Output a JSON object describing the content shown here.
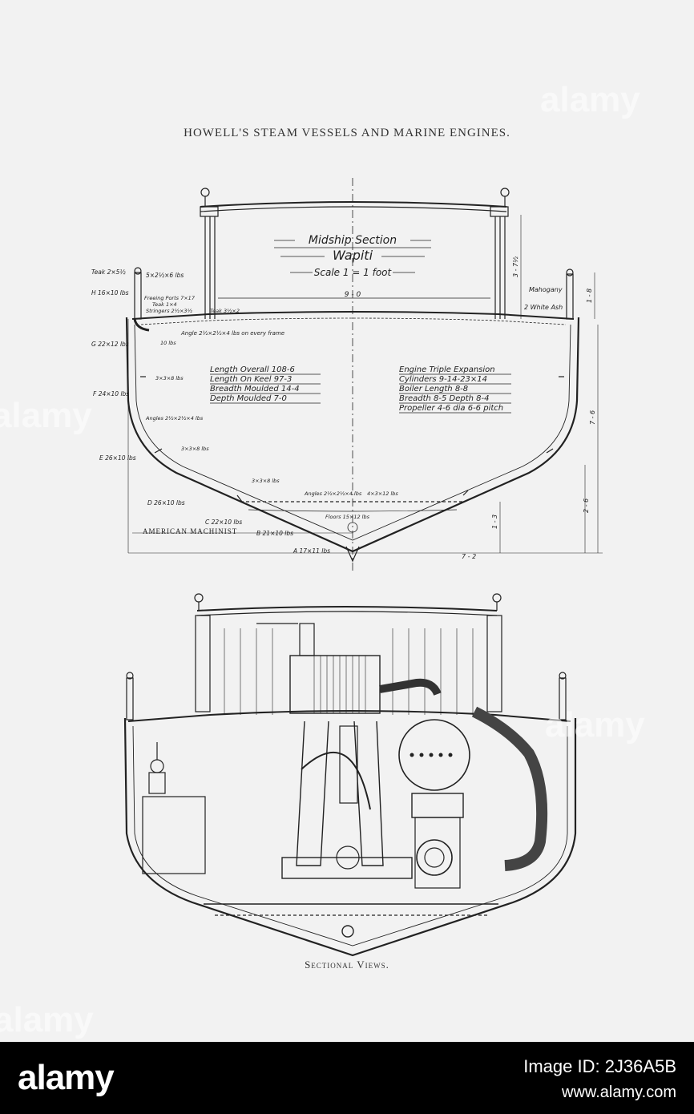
{
  "header": {
    "title": "HOWELL'S STEAM VESSELS AND MARINE ENGINES."
  },
  "midship": {
    "heading": "Midship Section",
    "vessel": "Wapiti",
    "scale": "Scale 1 = 1 foot",
    "dims": {
      "beam_inner": "9 - 0",
      "depth_side": "7 - 6",
      "half_breadth": "7 - 2",
      "depth_upper": "3 - 7½",
      "bulwark": "1 - 8",
      "floor_depth": "2 - 6",
      "keel_rise": "1 - 3"
    },
    "left_labels": [
      "Teak 2×5½",
      "5×2½×6 lbs",
      "H 16×10 lbs",
      "Freeing Ports 7×17",
      "Teak 1×4",
      "Stringers 2½×3½",
      "Teak 3½×2",
      "G 22×12 lbs",
      "Angle 2½×2½×4 lbs on every frame",
      "10 lbs",
      "3×3×8 lbs",
      "F 24×10 lbs",
      "Angles 2½×2½×4 lbs",
      "3×3×8 lbs",
      "E 26×10 lbs",
      "3×3×8 lbs",
      "D 26×10 lbs",
      "Angles 2½×2½×4 lbs",
      "4×3×12 lbs",
      "C 22×10 lbs",
      "B 21×10 lbs",
      "A 17×11 lbs",
      "Floors 15×12 lbs"
    ],
    "right_labels": [
      "Mahogany",
      "2 White Ash"
    ],
    "specs_left": [
      "Length Overall 108-6",
      "Length On Keel 97-3",
      "Breadth Moulded 14-4",
      "Depth Moulded 7-0"
    ],
    "specs_right": [
      "Engine Triple Expansion",
      "Cylinders 9-14-23×14",
      "Boiler Length 8-8",
      "Breadth 8-5 Depth 8-4",
      "Propeller 4-6 dia 6-6 pitch"
    ],
    "credit": "AMERICAN MACHINIST"
  },
  "caption": "Sectional Views.",
  "footer": {
    "brand": "alamy",
    "image_id": "Image ID: 2J36A5B",
    "site": "www.alamy.com"
  },
  "watermarks": [
    "alamy",
    "alamy",
    "alamy",
    "alamy"
  ]
}
